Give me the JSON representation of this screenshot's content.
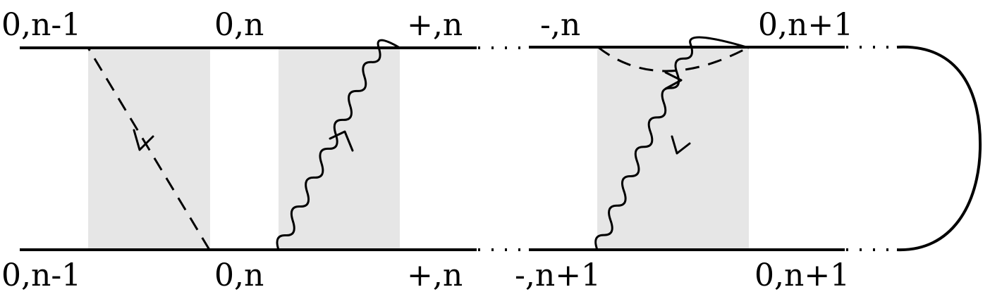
{
  "colors": {
    "shade": "#e6e6e6",
    "ink": "#000000"
  },
  "labels": {
    "top": [
      "0,n-1",
      "0,n",
      "+,n",
      "-,n",
      "0,n+1"
    ],
    "bottom": [
      "0,n-1",
      "0,n",
      "+,n",
      "-,n+1",
      "0,n+1"
    ]
  }
}
